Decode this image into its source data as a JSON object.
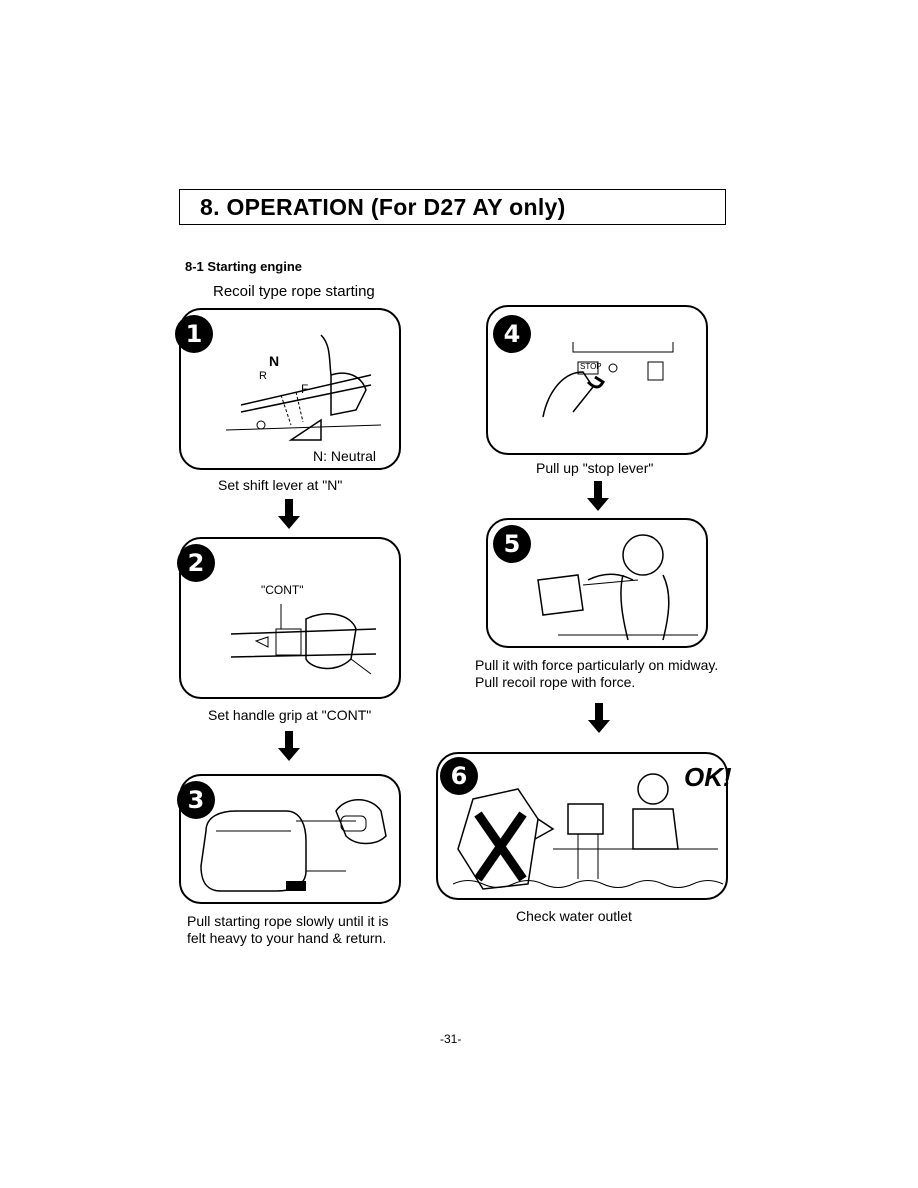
{
  "title": "8. OPERATION (For D27 AY only)",
  "section_heading": "8-1  Starting engine",
  "intro": "Recoil type rope starting",
  "steps": [
    {
      "number": "1",
      "caption": "Set shift lever at \"N\"",
      "inset_label": "N:  Neutral",
      "diagram_labels": {
        "n": "N",
        "r": "R",
        "f": "F"
      }
    },
    {
      "number": "2",
      "caption": "Set handle grip at \"CONT\"",
      "diagram_label": "\"CONT\""
    },
    {
      "number": "3",
      "caption_line1": "Pull starting rope slowly until it is",
      "caption_line2": "felt heavy to your hand & return."
    },
    {
      "number": "4",
      "caption": "Pull up \"stop lever\"",
      "diagram_label": "STOP"
    },
    {
      "number": "5",
      "caption_line1": "Pull it with force particularly on midway.",
      "caption_line2": "Pull recoil rope with force."
    },
    {
      "number": "6",
      "caption": "Check water outlet",
      "exclaim": "OK!"
    }
  ],
  "page_number": "-31-"
}
